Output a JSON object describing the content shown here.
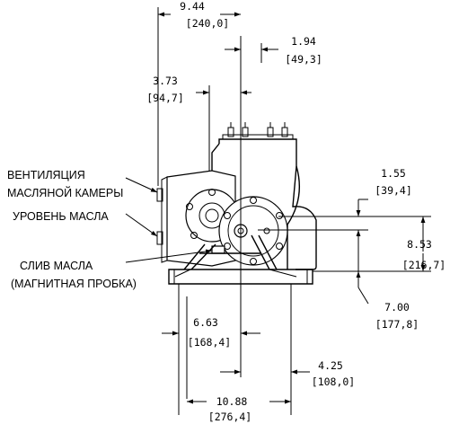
{
  "dimensions": {
    "d1": {
      "inch": "9.44",
      "mm": "[240,0]"
    },
    "d2": {
      "inch": "1.94",
      "mm": "[49,3]"
    },
    "d3": {
      "inch": "3.73",
      "mm": "[94,7]"
    },
    "d4": {
      "inch": "1.55",
      "mm": "[39,4]"
    },
    "d5": {
      "inch": "8.53",
      "mm": "[216,7]"
    },
    "d6": {
      "inch": "7.00",
      "mm": "[177,8]"
    },
    "d7": {
      "inch": "6.63",
      "mm": "[168,4]"
    },
    "d8": {
      "inch": "4.25",
      "mm": "[108,0]"
    },
    "d9": {
      "inch": "10.88",
      "mm": "[276,4]"
    }
  },
  "callouts": {
    "vent_line1": "ВЕНТИЛЯЦИЯ",
    "vent_line2": "МАСЛЯНОЙ КАМЕРЫ",
    "oil_level": "УРОВЕНЬ МАСЛА",
    "drain_line1": "СЛИВ МАСЛА",
    "drain_line2": "(МАГНИТНАЯ ПРОБКА)"
  }
}
